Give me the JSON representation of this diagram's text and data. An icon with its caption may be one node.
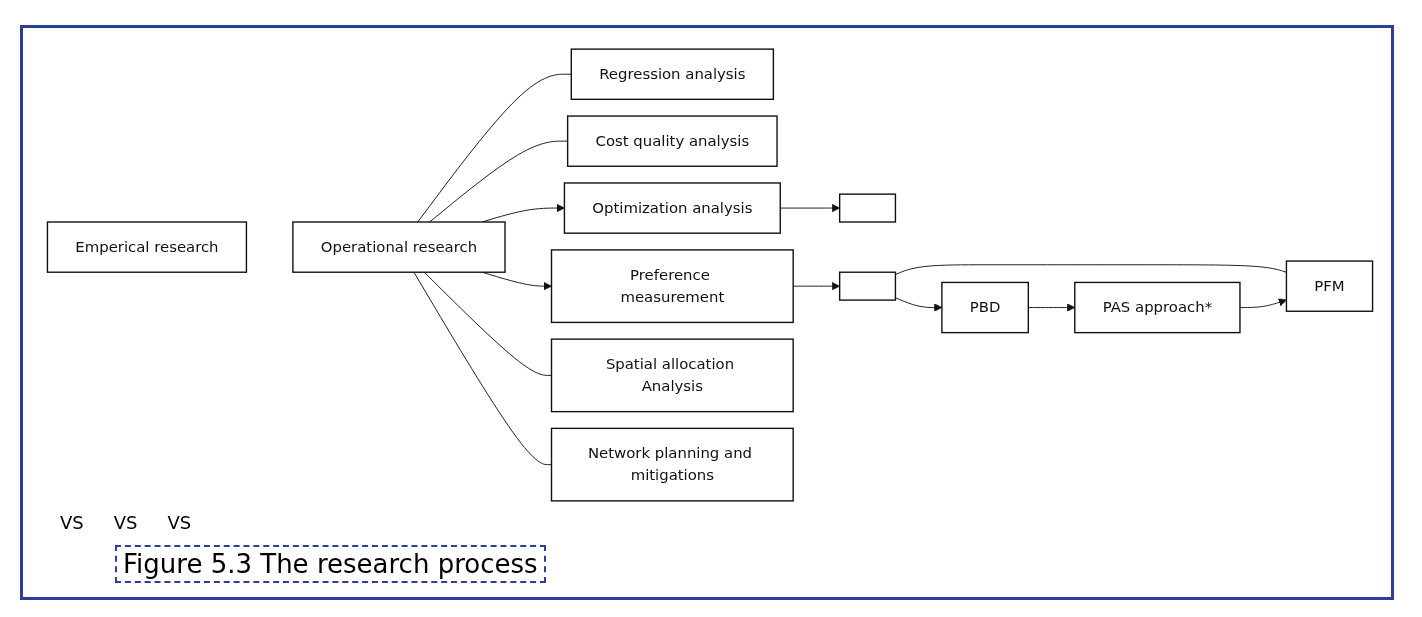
{
  "diagram": {
    "caption": "Figure 5.3 The research process",
    "nodes": [
      {
        "text": [
          "Emperical research"
        ]
      },
      {
        "text": [
          "Operational research"
        ]
      },
      {
        "text": [
          "Regression analysis"
        ]
      },
      {
        "text": [
          "Cost quality analysis"
        ]
      },
      {
        "text": [
          "Optimization analysis"
        ]
      },
      {
        "text": [
          "Preference measurement"
        ]
      },
      {
        "text": [
          "Spatial allocation Analysis"
        ]
      },
      {
        "text": [
          "Network planning and mitigations"
        ]
      },
      {
        "text": [],
        "shape": "box"
      },
      {
        "text": [],
        "shape": "box"
      },
      {
        "text": [
          "PBD"
        ]
      },
      {
        "text": [
          "PAS approach*"
        ]
      },
      {
        "text": [
          "PFM"
        ]
      }
    ],
    "edges": [
      {
        "from": 1,
        "to": 2,
        "arrow": "none"
      },
      {
        "from": 1,
        "to": 3,
        "arrow": "none"
      },
      {
        "from": 1,
        "to": 4,
        "arrow": "to"
      },
      {
        "from": 1,
        "to": 5,
        "arrow": "to"
      },
      {
        "from": 1,
        "to": 6,
        "arrow": "none"
      },
      {
        "from": 1,
        "to": 7,
        "arrow": "none"
      },
      {
        "from": 4,
        "to": 8,
        "arrow": "to"
      },
      {
        "from": 5,
        "to": 9,
        "arrow": "to"
      },
      {
        "from": 9,
        "to": 10,
        "arrow": "to"
      },
      {
        "from": 9,
        "to": 12,
        "arrow": "none"
      },
      {
        "from": 10,
        "to": 11,
        "arrow": "to"
      },
      {
        "from": 11,
        "to": 12,
        "arrow": "to"
      }
    ],
    "labels": [
      "VS",
      "VS",
      "VS"
    ]
  }
}
